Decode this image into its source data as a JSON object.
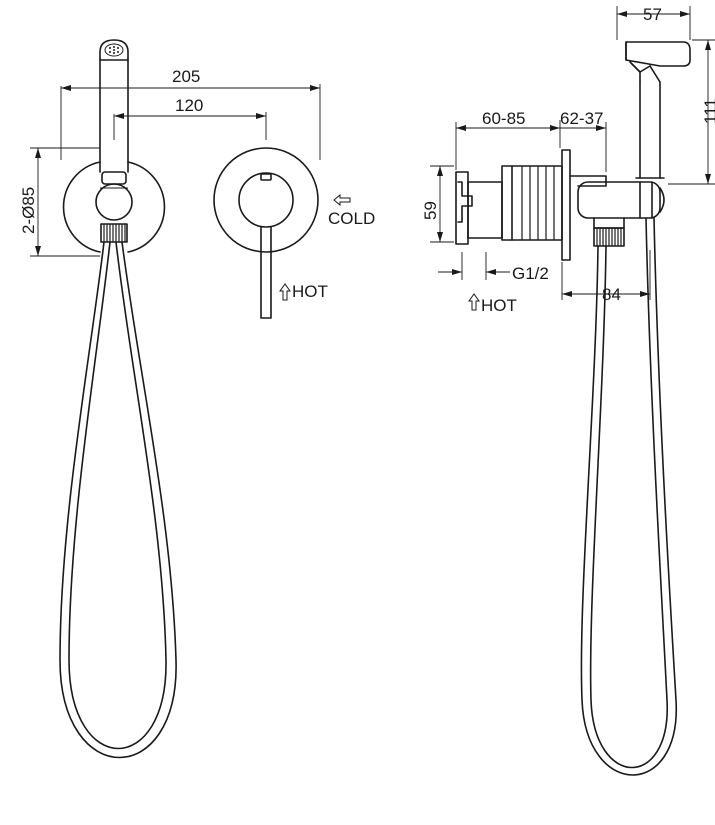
{
  "front_view": {
    "dim_overall_width": "205",
    "dim_center_distance": "120",
    "dim_plate_diameter": "2-Ø85",
    "label_cold": "COLD",
    "label_hot": "HOT"
  },
  "side_view": {
    "dim_sprayer_width": "57",
    "dim_sprayer_height": "111",
    "dim_wall_depth": "60-85",
    "dim_trim_depth": "62-37",
    "dim_body_height": "59",
    "dim_thread": "G1/2",
    "dim_projection": "84",
    "label_hot": "HOT"
  }
}
